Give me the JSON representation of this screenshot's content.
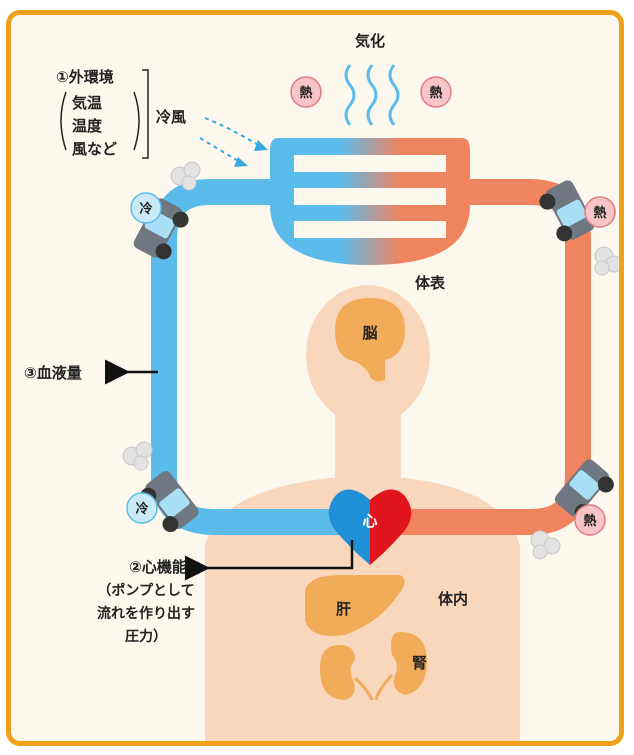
{
  "labels": {
    "evaporation": "気化",
    "heat": "熱",
    "cold": "冷",
    "env_title": "①外環境",
    "env_items": [
      "気温",
      "温度",
      "風など"
    ],
    "cool_wind": "冷風",
    "body_surface": "体表",
    "brain": "脳",
    "blood_volume": "③血液量",
    "heart": "心",
    "heart_function": [
      "②心機能",
      "（ポンプとして",
      "流れを作り出す",
      "圧力）"
    ],
    "liver": "肝",
    "body_inside": "体内",
    "kidney": "腎"
  },
  "colors": {
    "frame": "#f0a019",
    "cool_blood": "#5bbcec",
    "warm_blood": "#ef845f",
    "body_skin": "#f9d7bd",
    "organ": "#f2ab59",
    "heat_badge": "#f7c5c7",
    "cold_badge": "#cbeaf7",
    "heart_left": "#1f8fd8",
    "heart_right": "#e0141d"
  }
}
